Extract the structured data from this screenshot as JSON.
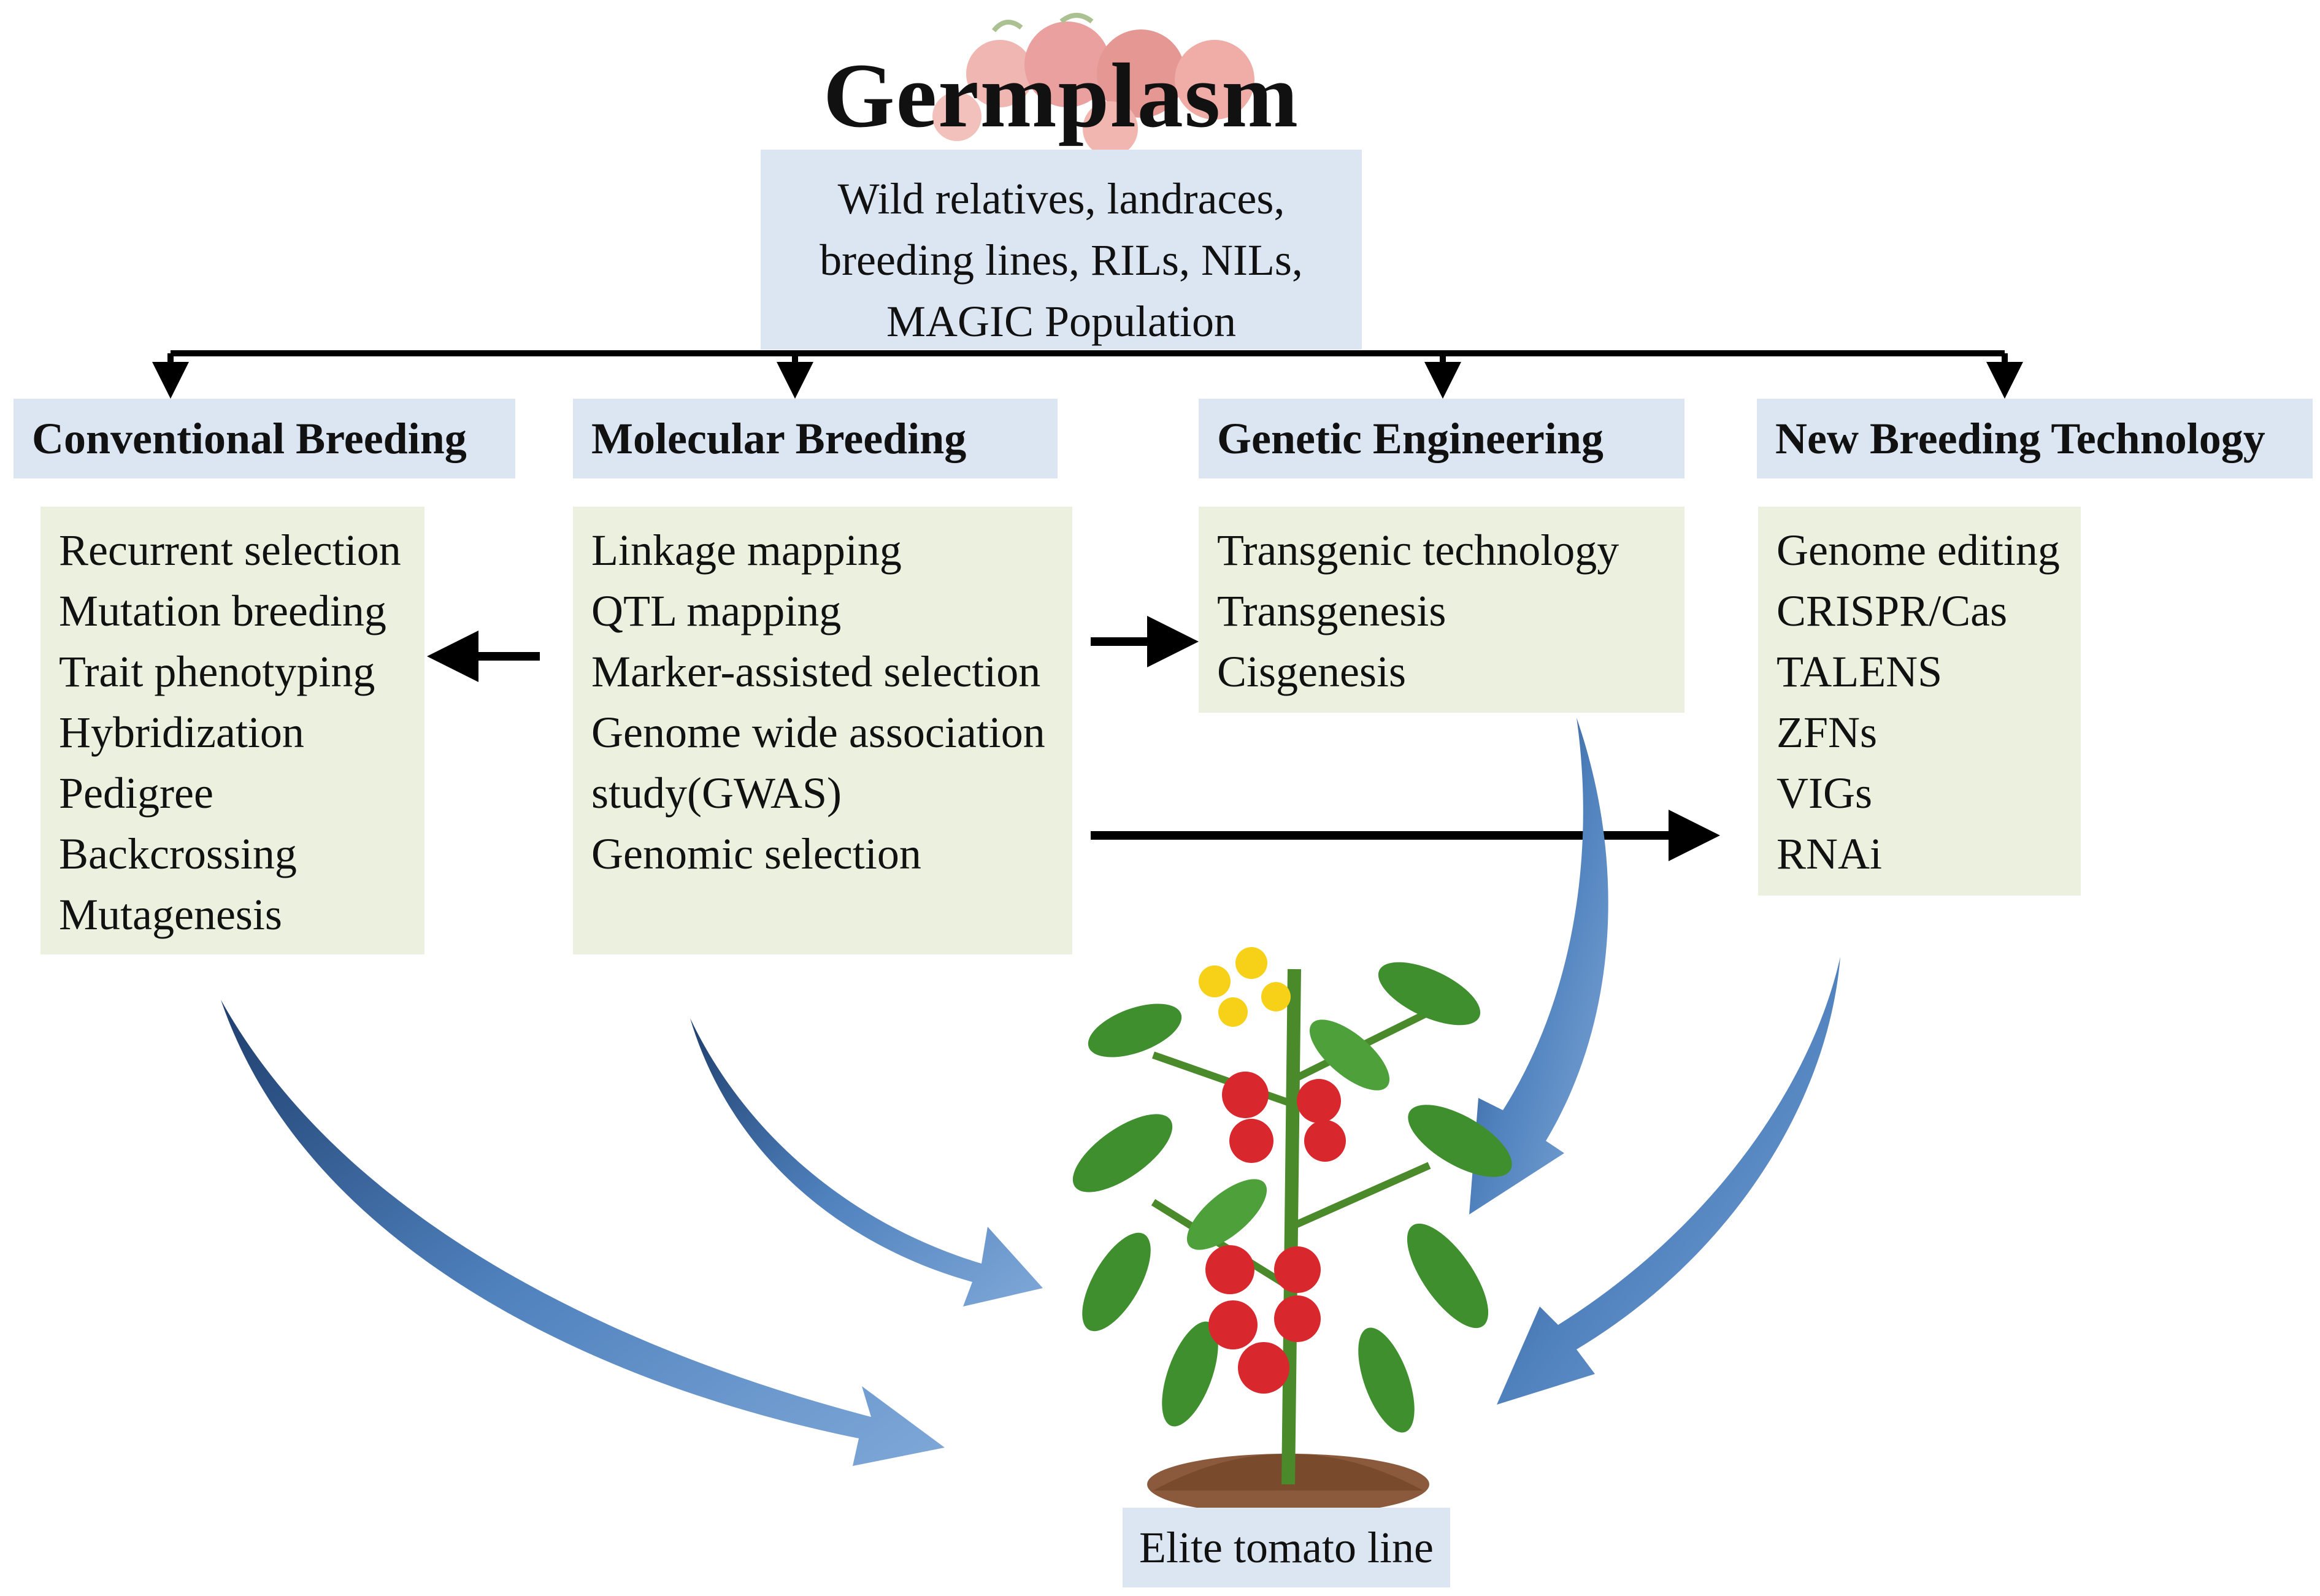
{
  "title": "Germplasm",
  "source": {
    "lines": [
      "Wild relatives, landraces,",
      "breeding lines, RILs, NILs,",
      "MAGIC Population"
    ]
  },
  "categories": [
    {
      "label": "Conventional Breeding",
      "items": [
        "Recurrent selection",
        "Mutation breeding",
        "Trait phenotyping",
        "Hybridization",
        "Pedigree",
        "Backcrossing",
        "Mutagenesis"
      ]
    },
    {
      "label": "Molecular Breeding",
      "items": [
        "Linkage mapping",
        "QTL mapping",
        "Marker-assisted selection",
        "Genome wide association",
        "study(GWAS)",
        "Genomic selection"
      ]
    },
    {
      "label": "Genetic Engineering",
      "items": [
        "Transgenic technology",
        "Transgenesis",
        "Cisgenesis"
      ]
    },
    {
      "label": "New Breeding Technology",
      "items": [
        "Genome editing",
        "CRISPR/Cas",
        "TALENS",
        "ZFNs",
        "VIGs",
        "RNAi"
      ]
    }
  ],
  "result": "Elite tomato line",
  "colors": {
    "category_box": "#dce6f2",
    "list_box": "#ebf1de",
    "curved_arrow": "#4f81bd",
    "tomato": "#d9272e",
    "leaf": "#3f8f2f",
    "flower": "#f7d117"
  },
  "icons": [
    "tomato-plant-icon",
    "curved-arrow-icon",
    "straight-arrow-icon",
    "tomato-bunch-icon"
  ]
}
